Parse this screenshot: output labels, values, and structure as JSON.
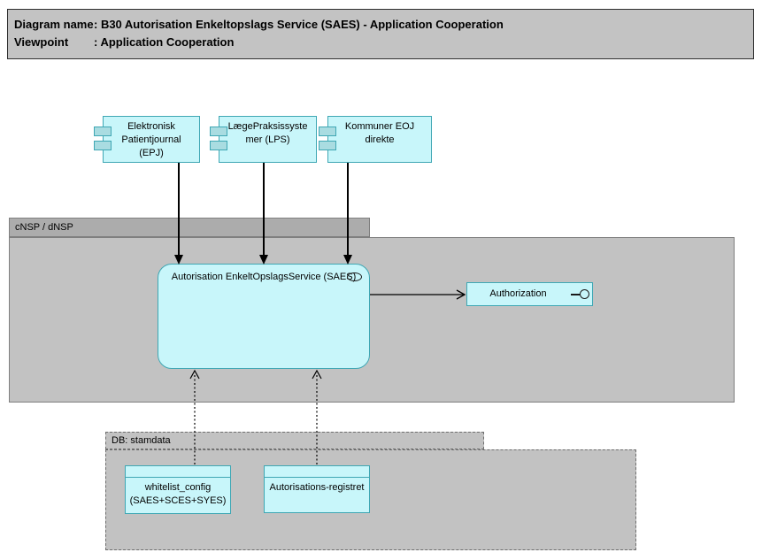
{
  "title_box": {
    "rows": [
      {
        "label": "Diagram name",
        "value": ": B30 Autorisation Enkeltopslags Service (SAES) - Application Cooperation"
      },
      {
        "label": "Viewpoint",
        "value": ": Application Cooperation"
      }
    ]
  },
  "groups": {
    "nsp": {
      "label": "cNSP / dNSP"
    },
    "db": {
      "label": "DB: stamdata"
    }
  },
  "components": [
    {
      "label": "Elektronisk Patientjournal (EPJ)"
    },
    {
      "label": "LægePraksissystemer (LPS)"
    },
    {
      "label": "Kommuner EOJ direkte"
    }
  ],
  "service": {
    "label": "Autorisation EnkeltOpslagsService (SAES)"
  },
  "interface": {
    "label": "Authorization"
  },
  "datastores": [
    {
      "label": "whitelist_config (SAES+SCES+SYES)"
    },
    {
      "label": "Autorisations-registret"
    }
  ],
  "relations": [
    {
      "from": "Elektronisk Patientjournal (EPJ)",
      "to": "Autorisation EnkeltOpslagsService (SAES)",
      "style": "solid-filled-arrow"
    },
    {
      "from": "LægePraksissystemer (LPS)",
      "to": "Autorisation EnkeltOpslagsService (SAES)",
      "style": "solid-filled-arrow"
    },
    {
      "from": "Kommuner EOJ direkte",
      "to": "Autorisation EnkeltOpslagsService (SAES)",
      "style": "solid-filled-arrow"
    },
    {
      "from": "Autorisation EnkeltOpslagsService (SAES)",
      "to": "Authorization",
      "style": "solid-open-arrow"
    },
    {
      "from": "whitelist_config (SAES+SCES+SYES)",
      "to": "Autorisation EnkeltOpslagsService (SAES)",
      "style": "dotted-open-arrow"
    },
    {
      "from": "Autorisations-registret",
      "to": "Autorisation EnkeltOpslagsService (SAES)",
      "style": "dotted-open-arrow"
    }
  ],
  "colors": {
    "element_fill": "#c8f6fa",
    "element_border": "#3fa7b4",
    "port_fill": "#a9dce1",
    "group_body_fill": "#c2c2c2",
    "group_header_fill": "#acacac",
    "title_fill": "#c3c3c3",
    "line_color": "#000000"
  }
}
